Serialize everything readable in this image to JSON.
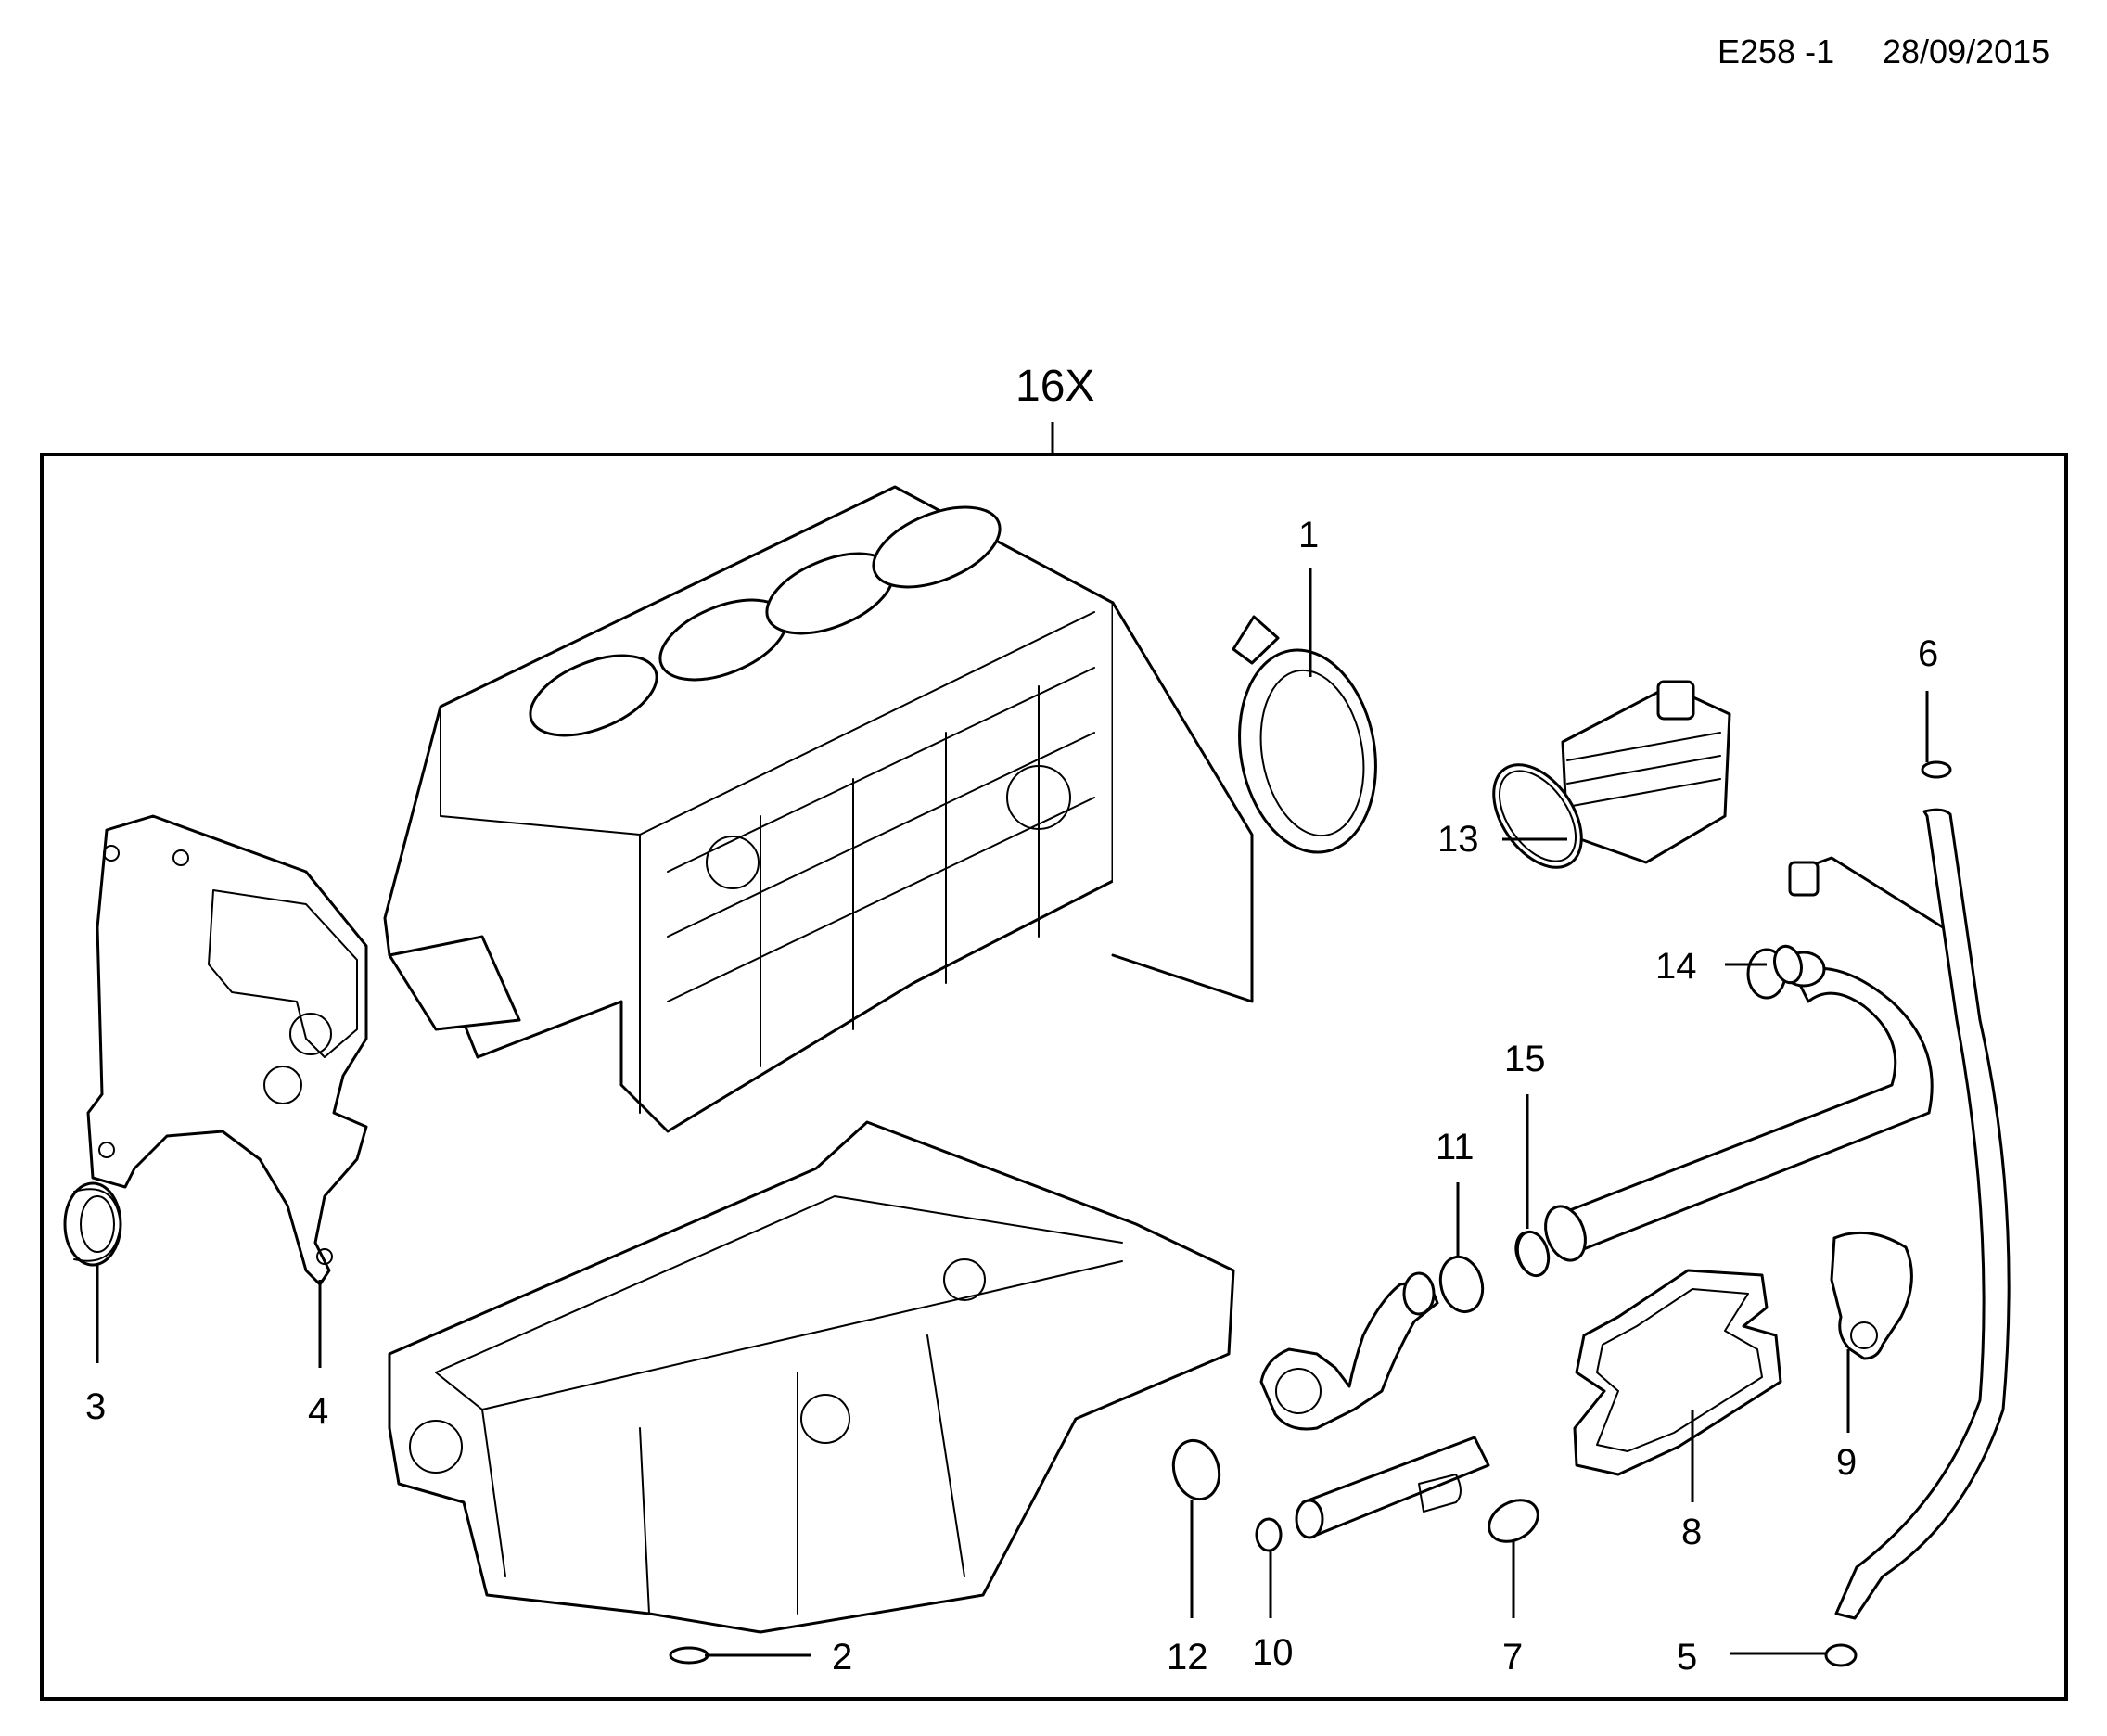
{
  "header": {
    "diagram_code": "E258 -1",
    "date": "28/09/2015"
  },
  "engine_label": "16X",
  "callouts": [
    "1",
    "2",
    "3",
    "4",
    "5",
    "6",
    "7",
    "8",
    "9",
    "10",
    "11",
    "12",
    "13",
    "14",
    "15"
  ]
}
